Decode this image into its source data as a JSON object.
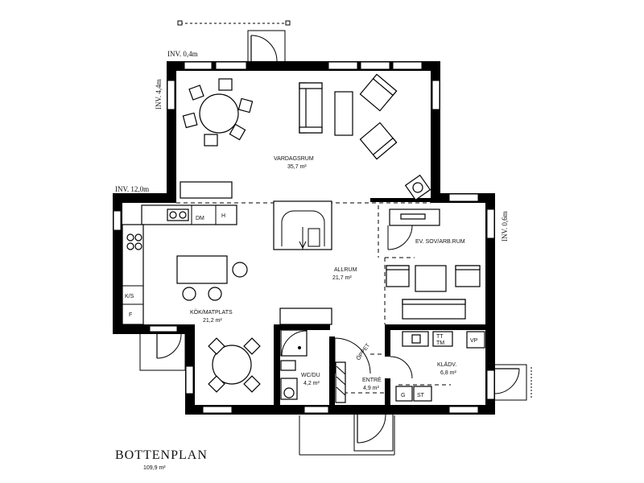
{
  "title": "BOTTENPLAN",
  "total_area": "109,9 m²",
  "inventory_labels": {
    "top": "INV. 0,4m",
    "left_upper": "INV. 4,4m",
    "left_middle": "INV. 12,0m",
    "right": "INV. 0,6m"
  },
  "rooms": {
    "vardagsrum": {
      "name": "VARDAGSRUM",
      "area": "35,7 m²"
    },
    "allrum": {
      "name": "ALLRUM",
      "area": "21,7 m²"
    },
    "kok": {
      "name": "KÖK/MATPLATS",
      "area": "21,2 m²"
    },
    "sovrum": {
      "name": "EV. SOV/ARB.RUM"
    },
    "wc": {
      "name": "WC/DU",
      "area": "4,2 m²"
    },
    "entre": {
      "name": "ENTRÉ",
      "area": "4,9 m²"
    },
    "klädv": {
      "name": "KLÄDV.",
      "area": "6,8 m²"
    }
  },
  "fixtures": {
    "dm": "DM",
    "h": "H",
    "ks": "K/S",
    "f": "F",
    "tt": "TT",
    "tm": "TM",
    "vp": "VP",
    "g": "G",
    "st": "ST",
    "oppet": "ÖPPET"
  }
}
